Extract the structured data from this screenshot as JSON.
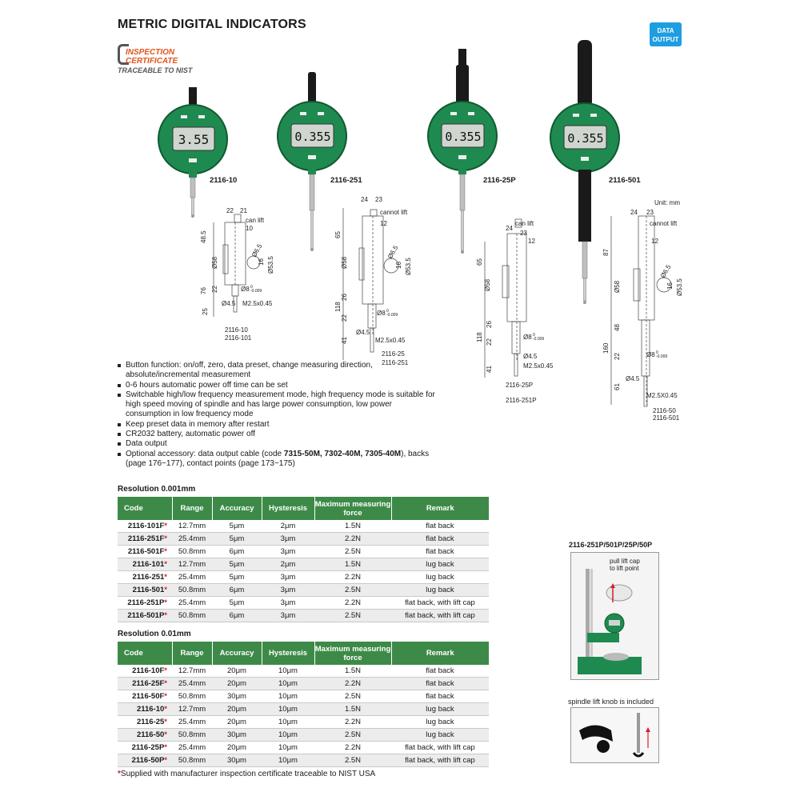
{
  "header": {
    "title": "METRIC DIGITAL INDICATORS",
    "badge": [
      "DATA",
      "OUTPUT"
    ],
    "certificate": [
      "INSPECTION",
      "CERTIFICATE",
      "TRACEABLE TO NIST"
    ]
  },
  "indicators": [
    {
      "model": "2116-10",
      "display": "3.55"
    },
    {
      "model": "2116-251",
      "display": "0.355"
    },
    {
      "model": "2116-25P",
      "display": "0.355"
    },
    {
      "model": "2116-501",
      "display": "0.355"
    }
  ],
  "unit_note": "Unit: mm",
  "drawings": {
    "d1": {
      "top": [
        "22",
        "21"
      ],
      "notes": [
        "can lift",
        "10"
      ],
      "dims": [
        "48.5",
        "Ø58",
        "Ø6.5",
        "16",
        "Ø53.5",
        "76",
        "22",
        "Ø8",
        "0",
        "-0.009",
        "25",
        "Ø4.5",
        "M2.5x0.45"
      ],
      "caption": [
        "2116-10",
        "2116-101"
      ]
    },
    "d2": {
      "top": [
        "24",
        "23"
      ],
      "notes": [
        "cannot lift",
        "12"
      ],
      "dims": [
        "65",
        "Ø58",
        "Ø6.5",
        "16",
        "Ø53.5",
        "118",
        "26",
        "22",
        "Ø8",
        "0",
        "-0.009",
        "41",
        "Ø4.5",
        "M2.5x0.45"
      ],
      "caption": [
        "2116-25",
        "2116-251"
      ]
    },
    "d3": {
      "top": [
        "24",
        "23"
      ],
      "notes": [
        "can lift",
        "12"
      ],
      "dims": [
        "65",
        "Ø58",
        "118",
        "26",
        "22",
        "Ø8",
        "0",
        "-0.009",
        "41",
        "Ø4.5",
        "M2.5x0.45"
      ],
      "caption": [
        "2116-25P",
        "2116-251P"
      ]
    },
    "d4": {
      "top": [
        "24",
        "23"
      ],
      "notes": [
        "cannot lift",
        "12"
      ],
      "dims": [
        "87",
        "Ø58",
        "Ø6.5",
        "16",
        "Ø53.5",
        "48",
        "160",
        "22",
        "Ø8",
        "0",
        "-0.009",
        "61",
        "Ø4.5",
        "M2.5X0.45"
      ],
      "caption": [
        "2116-50",
        "2116-501"
      ]
    }
  },
  "features": [
    {
      "text": "Button function: on/off, zero, data preset, change measuring direction, absolute/incremental measurement"
    },
    {
      "text": "0-6 hours automatic power off time can be set"
    },
    {
      "text": "Switchable high/low frequency measurement mode, high frequency mode is suitable for high speed moving of spindle and has large power consumption, low power consumption in low frequency mode"
    },
    {
      "text": "Keep preset data in memory after restart"
    },
    {
      "text": "CR2032 battery, automatic power off"
    },
    {
      "text": "Data output"
    },
    {
      "pre": "Optional accessory: data output cable (code ",
      "bold": "7315-50M, 7302-40M, 7305-40M",
      "post": "), backs (page 176~177), contact points (page 173~175)"
    }
  ],
  "table_headers": [
    "Code",
    "Range",
    "Accuracy",
    "Hysteresis",
    "Maximum measuring force",
    "Remark"
  ],
  "table1": {
    "title": "Resolution 0.001mm",
    "rows": [
      [
        "2116-101F",
        "12.7mm",
        "5μm",
        "2μm",
        "1.5N",
        "flat back"
      ],
      [
        "2116-251F",
        "25.4mm",
        "5μm",
        "3μm",
        "2.2N",
        "flat back"
      ],
      [
        "2116-501F",
        "50.8mm",
        "6μm",
        "3μm",
        "2.5N",
        "flat back"
      ],
      [
        "2116-101",
        "12.7mm",
        "5μm",
        "2μm",
        "1.5N",
        "lug back"
      ],
      [
        "2116-251",
        "25.4mm",
        "5μm",
        "3μm",
        "2.2N",
        "lug back"
      ],
      [
        "2116-501",
        "50.8mm",
        "6μm",
        "3μm",
        "2.5N",
        "lug back"
      ],
      [
        "2116-251P",
        "25.4mm",
        "5μm",
        "3μm",
        "2.2N",
        "flat back, with lift cap"
      ],
      [
        "2116-501P",
        "50.8mm",
        "6μm",
        "3μm",
        "2.5N",
        "flat back, with lift cap"
      ]
    ]
  },
  "table2": {
    "title": "Resolution 0.01mm",
    "rows": [
      [
        "2116-10F",
        "12.7mm",
        "20μm",
        "10μm",
        "1.5N",
        "flat back"
      ],
      [
        "2116-25F",
        "25.4mm",
        "20μm",
        "10μm",
        "2.2N",
        "flat back"
      ],
      [
        "2116-50F",
        "50.8mm",
        "30μm",
        "10μm",
        "2.5N",
        "flat back"
      ],
      [
        "2116-10",
        "12.7mm",
        "20μm",
        "10μm",
        "1.5N",
        "lug back"
      ],
      [
        "2116-25",
        "25.4mm",
        "20μm",
        "10μm",
        "2.2N",
        "lug back"
      ],
      [
        "2116-50",
        "50.8mm",
        "30μm",
        "10μm",
        "2.5N",
        "lug back"
      ],
      [
        "2116-25P",
        "25.4mm",
        "20μm",
        "10μm",
        "2.2N",
        "flat back, with lift cap"
      ],
      [
        "2116-50P",
        "50.8mm",
        "30μm",
        "10μm",
        "2.5N",
        "flat back, with lift cap"
      ]
    ]
  },
  "star": "*",
  "footnote": "Supplied with manufacturer inspection certificate traceable to NIST USA",
  "inset": {
    "title": "2116-251P/501P/25P/50P",
    "note": [
      "pull lift cap",
      "to lift point"
    ],
    "title2": "spindle lift knob is included"
  },
  "colors": {
    "header_green": "#3d8a48",
    "body_green": "#1f8a4f",
    "star_red": "#d61f26",
    "badge_blue": "#1e9ee0",
    "cert_orange": "#e2531b"
  }
}
